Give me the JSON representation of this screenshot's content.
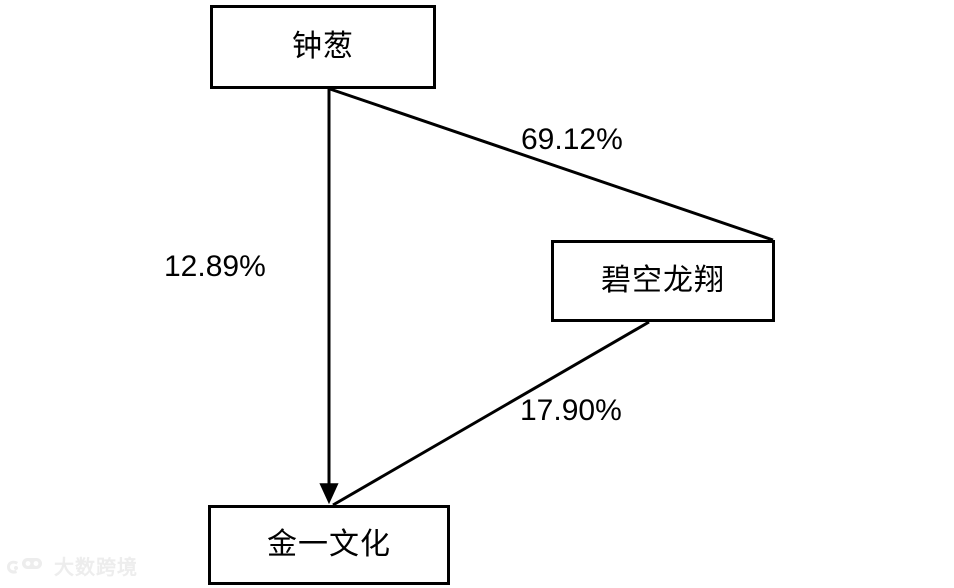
{
  "diagram": {
    "type": "ownership-structure",
    "background_color": "#ffffff",
    "line_color": "#000000",
    "nodes": [
      {
        "id": "zhongcong",
        "label": "钟葱"
      },
      {
        "id": "bikonglongxiang",
        "label": "碧空龙翔"
      },
      {
        "id": "jinyiwenhua",
        "label": "金一文化"
      }
    ],
    "edges": [
      {
        "id": "zhongcong-bikong",
        "from": "钟葱",
        "to": "碧空龙翔",
        "label": "69.12%"
      },
      {
        "id": "zhongcong-jinyi",
        "from": "钟葱",
        "to": "金一文化",
        "label": "12.89%"
      },
      {
        "id": "bikong-jinyi",
        "from": "碧空龙翔",
        "to": "金一文化",
        "label": "17.90%"
      }
    ]
  },
  "watermark": {
    "text": "大数跨境",
    "icon": "logo-mark-icon",
    "color": "#ededed"
  }
}
